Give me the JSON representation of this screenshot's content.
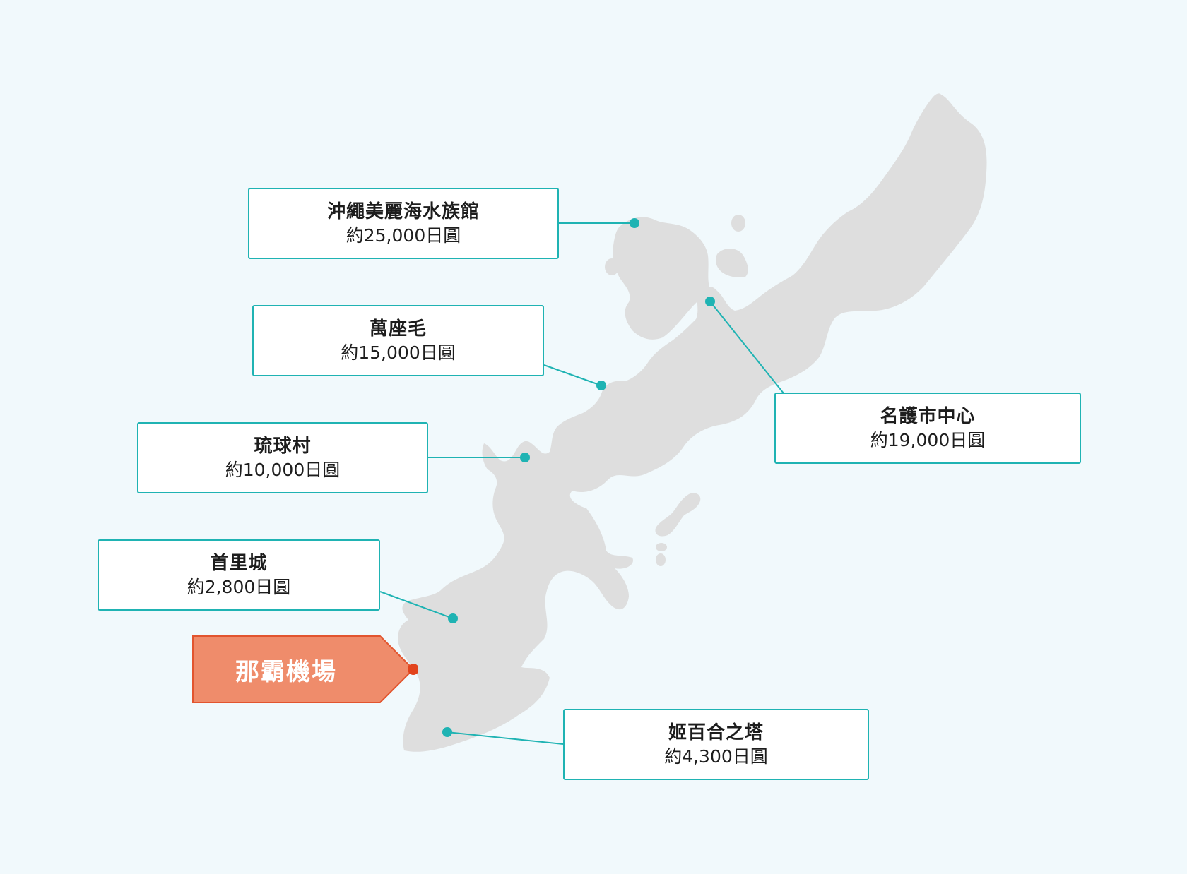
{
  "colors": {
    "background": "#f1f9fc",
    "land": "#dedede",
    "accent": "#1fb3b3",
    "airport_fill": "#ef8c6b",
    "airport_border": "#e2552f",
    "airport_dot": "#e2431c"
  },
  "locations": [
    {
      "id": "churaumi",
      "name": "沖繩美麗海水族館",
      "price": "約25,000日圓"
    },
    {
      "id": "manzamo",
      "name": "萬座毛",
      "price": "約15,000日圓"
    },
    {
      "id": "ryukyumura",
      "name": "琉球村",
      "price": "約10,000日圓"
    },
    {
      "id": "shuri",
      "name": "首里城",
      "price": "約2,800日圓"
    },
    {
      "id": "nago",
      "name": "名護市中心",
      "price": "約19,000日圓"
    },
    {
      "id": "himeyuri",
      "name": "姬百合之塔",
      "price": "約4,300日圓"
    }
  ],
  "origin": {
    "name": "那霸機場"
  }
}
